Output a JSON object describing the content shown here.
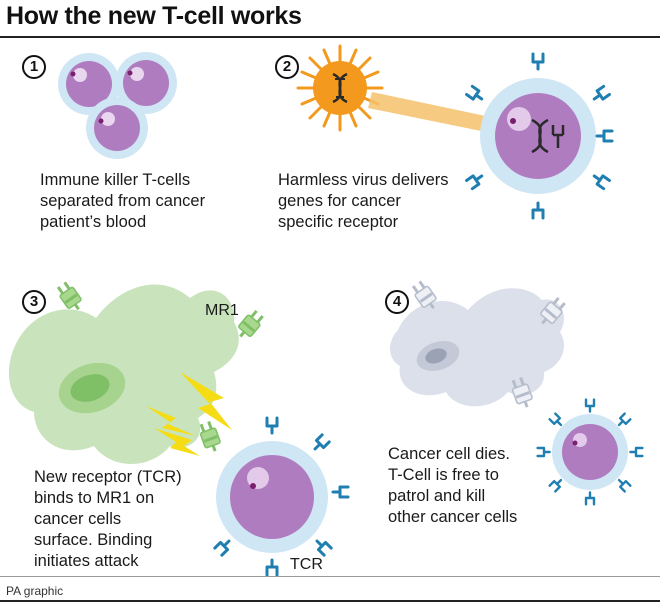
{
  "title": "How the new T-cell works",
  "steps": [
    {
      "number": "1",
      "caption": [
        "Immune killer T-cells",
        "separated from cancer",
        "patient’s blood"
      ]
    },
    {
      "number": "2",
      "caption": [
        "Harmless virus delivers",
        "genes for cancer",
        "specific receptor"
      ]
    },
    {
      "number": "3",
      "caption": [
        "New receptor (TCR)",
        "binds to MR1 on",
        "cancer cells",
        "surface. Binding",
        "initiates attack"
      ]
    },
    {
      "number": "4",
      "caption": [
        "Cancer cell dies.",
        "T-Cell is free to",
        "patrol and kill",
        "other cancer cells"
      ]
    }
  ],
  "labels": {
    "mr1": "MR1",
    "tcr": "TCR"
  },
  "credit": "PA graphic",
  "colors": {
    "cell_membrane": "#cfe6f5",
    "cell_body": "#b07cc0",
    "nucleus_dot": "#7a1f6e",
    "receptor": "#1f7fb0",
    "virus": "#f39a1e",
    "cancer_cell": "#c9e4bc",
    "cancer_nucleus": "#7fbf66",
    "mr1": "#7fbf66",
    "lightning": "#f5dc14",
    "dead_cell": "#dce0ea"
  }
}
